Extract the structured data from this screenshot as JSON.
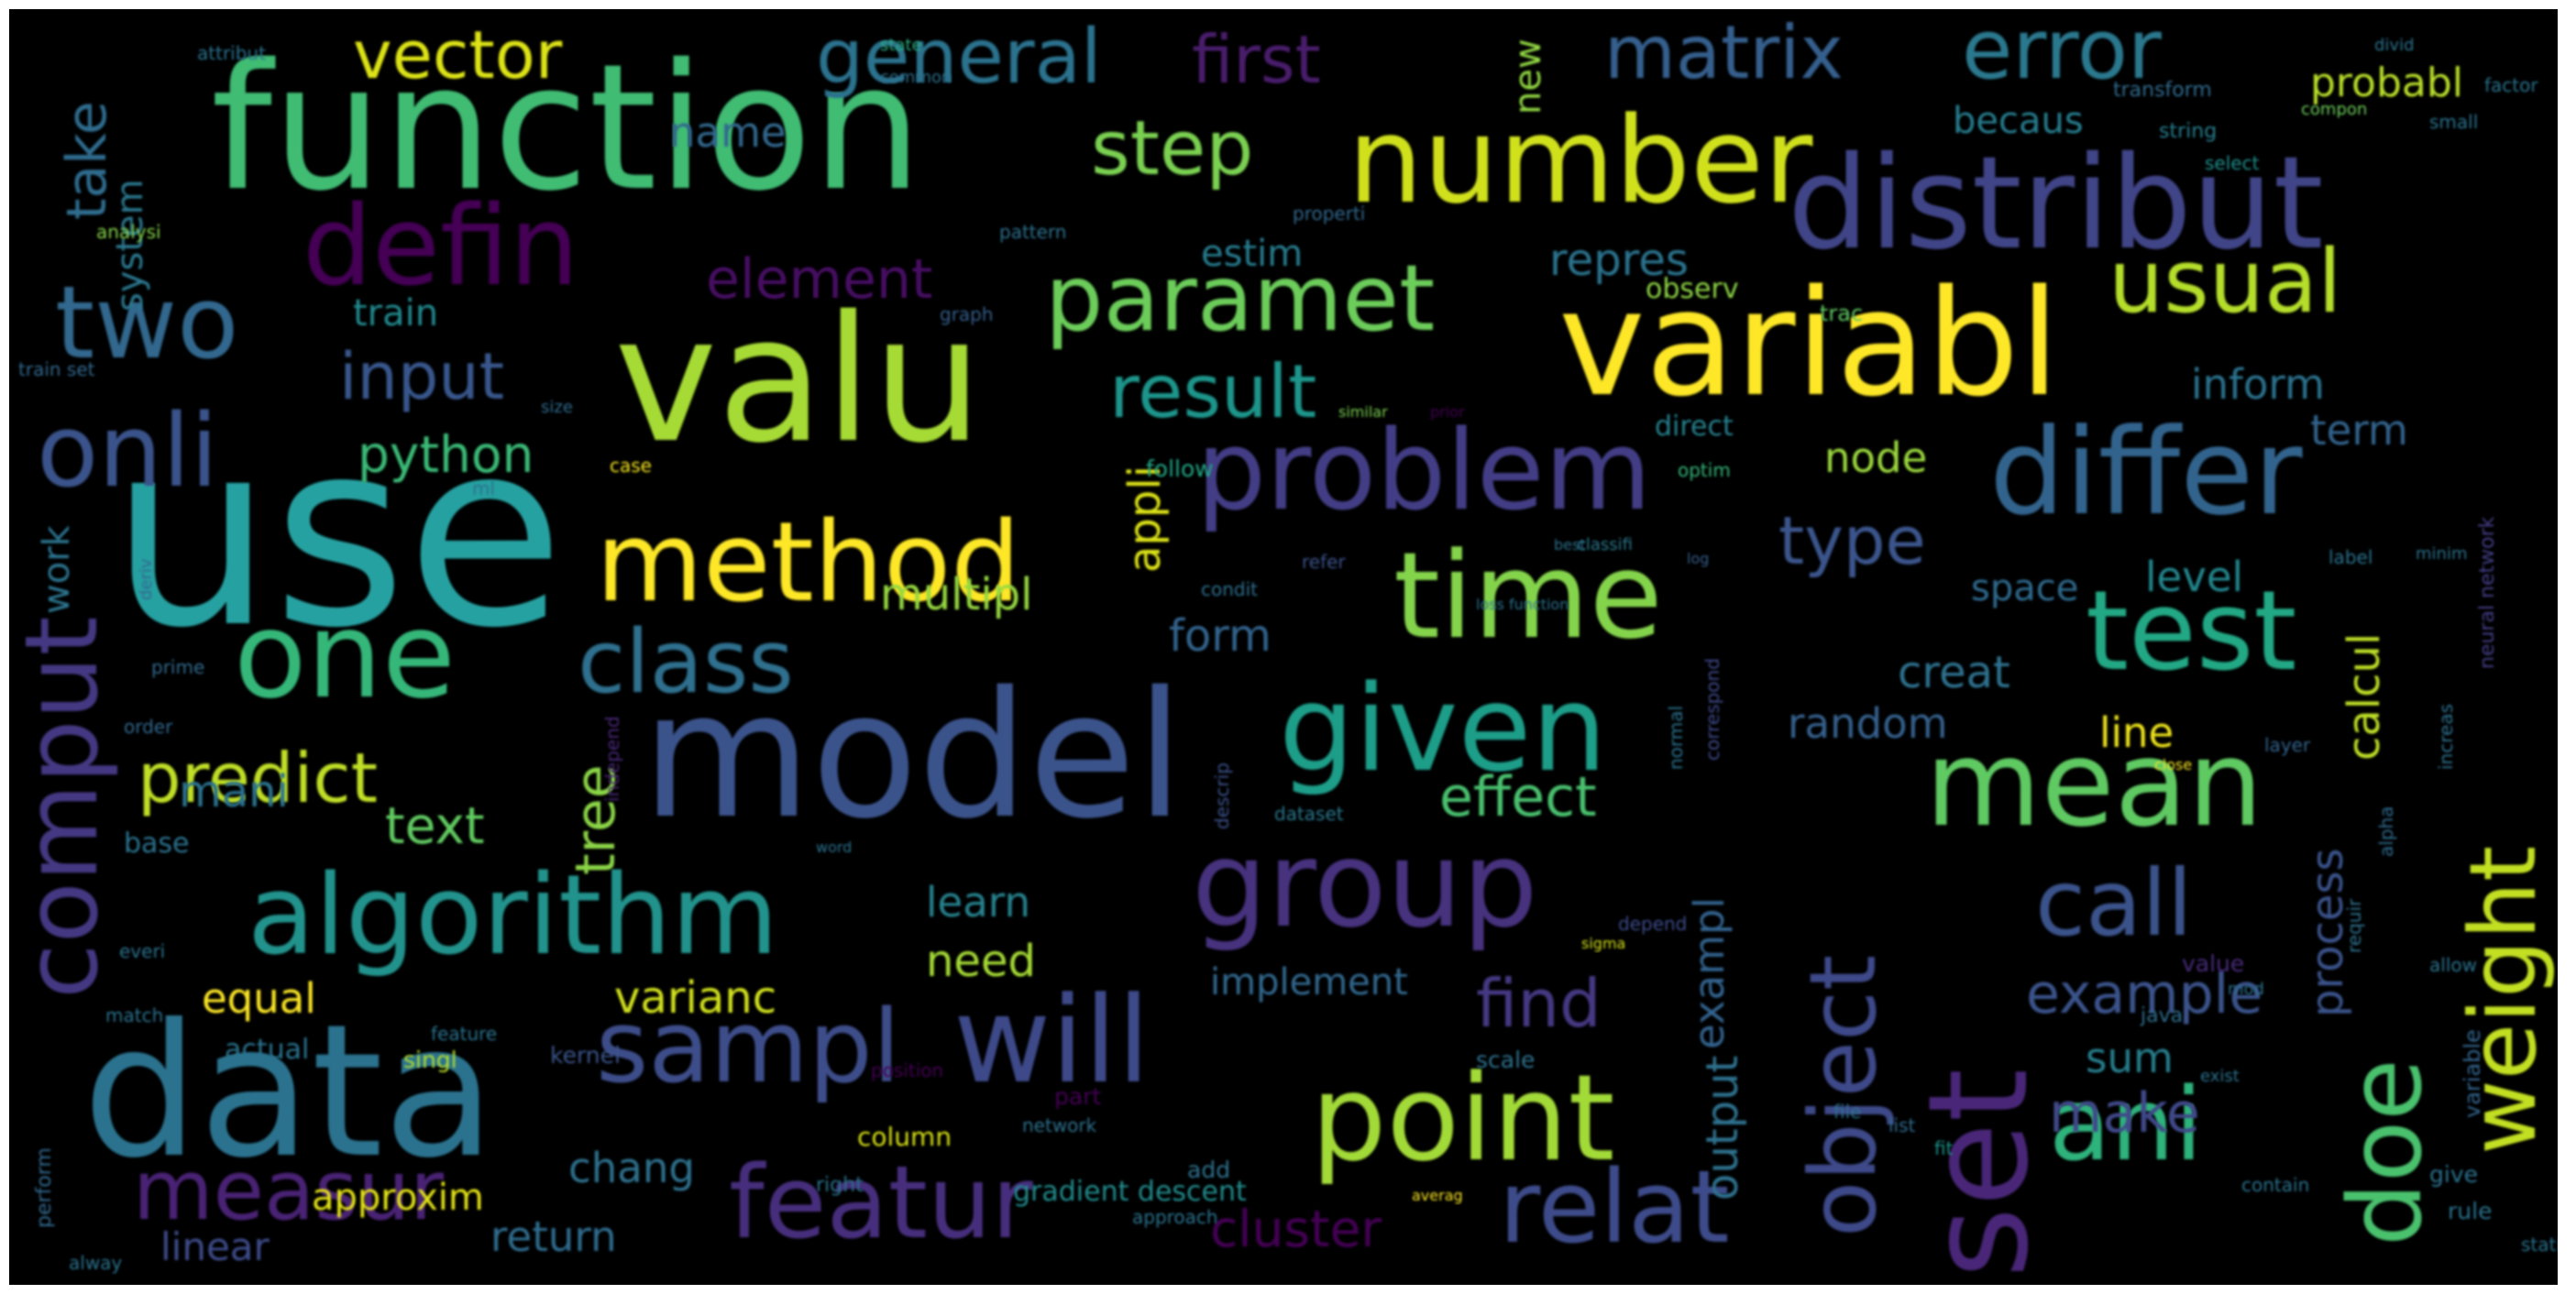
{
  "words": [
    {
      "text": "function",
      "color": "#3fbc73"
    },
    {
      "text": "use",
      "color": "#26a1a1"
    },
    {
      "text": "model",
      "color": "#3b528b"
    },
    {
      "text": "data",
      "color": "#2c728e"
    },
    {
      "text": "valu",
      "color": "#a6db35"
    },
    {
      "text": "variabl",
      "color": "#fde725"
    },
    {
      "text": "number",
      "color": "#d0e11c"
    },
    {
      "text": "distribut",
      "color": "#414487"
    },
    {
      "text": "error",
      "color": "#2a788e"
    },
    {
      "text": "matrix",
      "color": "#355f8d"
    },
    {
      "text": "general",
      "color": "#2c728e"
    },
    {
      "text": "vector",
      "color": "#dde318"
    },
    {
      "text": "first",
      "color": "#481a6c"
    },
    {
      "text": "probabl",
      "color": "#b8de29"
    },
    {
      "text": "step",
      "color": "#7ad151"
    },
    {
      "text": "defin",
      "color": "#440154"
    },
    {
      "text": "two",
      "color": "#31688e"
    },
    {
      "text": "paramet",
      "color": "#6ccd5a"
    },
    {
      "text": "usual",
      "color": "#b5de2b"
    },
    {
      "text": "onli",
      "color": "#3b528b"
    },
    {
      "text": "differ",
      "color": "#33638d"
    },
    {
      "text": "problem",
      "color": "#433e85"
    },
    {
      "text": "method",
      "color": "#fde725"
    },
    {
      "text": "time",
      "color": "#84d44b"
    },
    {
      "text": "one",
      "color": "#35b779"
    },
    {
      "text": "class",
      "color": "#2d708e"
    },
    {
      "text": "test",
      "color": "#22a884"
    },
    {
      "text": "given",
      "color": "#1f9e89"
    },
    {
      "text": "mean",
      "color": "#5ec962"
    },
    {
      "text": "object",
      "color": "#3e4a89"
    },
    {
      "text": "algorithm",
      "color": "#20938c"
    },
    {
      "text": "group",
      "color": "#46307e"
    },
    {
      "text": "call",
      "color": "#3b528b"
    },
    {
      "text": "weight",
      "color": "#c2df23"
    },
    {
      "text": "doe",
      "color": "#4ac16d"
    },
    {
      "text": "set",
      "color": "#482878"
    },
    {
      "text": "sampl",
      "color": "#3d4e8a"
    },
    {
      "text": "will",
      "color": "#3e4989"
    },
    {
      "text": "point",
      "color": "#a2da37"
    },
    {
      "text": "ani",
      "color": "#2eb37c"
    },
    {
      "text": "featur",
      "color": "#472f7d"
    },
    {
      "text": "relat",
      "color": "#3e4c8a"
    },
    {
      "text": "measur",
      "color": "#482475"
    },
    {
      "text": "predict",
      "color": "#c0df25"
    },
    {
      "text": "comput",
      "color": "#453882"
    },
    {
      "text": "element",
      "color": "#471063"
    },
    {
      "text": "result",
      "color": "#1f958b"
    },
    {
      "text": "input",
      "color": "#39568c"
    },
    {
      "text": "python",
      "color": "#3aba76"
    },
    {
      "text": "take",
      "color": "#2f6c8e"
    },
    {
      "text": "system",
      "color": "#2a778e"
    },
    {
      "text": "name",
      "color": "#31688e"
    },
    {
      "text": "new",
      "color": "#90d743"
    },
    {
      "text": "becaus",
      "color": "#287d8e"
    },
    {
      "text": "estim",
      "color": "#287c8e"
    },
    {
      "text": "repres",
      "color": "#2c738e"
    },
    {
      "text": "train",
      "color": "#23898e"
    },
    {
      "text": "observ",
      "color": "#8ed645"
    },
    {
      "text": "inform",
      "color": "#2c728e"
    },
    {
      "text": "term",
      "color": "#33638d"
    },
    {
      "text": "node",
      "color": "#9bd93c"
    },
    {
      "text": "appli",
      "color": "#dde318"
    },
    {
      "text": "type",
      "color": "#3a548c"
    },
    {
      "text": "level",
      "color": "#24878e"
    },
    {
      "text": "space",
      "color": "#2f6b8e"
    },
    {
      "text": "multipl",
      "color": "#95d840"
    },
    {
      "text": "form",
      "color": "#33638d"
    },
    {
      "text": "creat",
      "color": "#2d718e"
    },
    {
      "text": "random",
      "color": "#35608d"
    },
    {
      "text": "line",
      "color": "#efe51c"
    },
    {
      "text": "calcul",
      "color": "#bddf26"
    },
    {
      "text": "process",
      "color": "#3b528b"
    },
    {
      "text": "effect",
      "color": "#48c16e"
    },
    {
      "text": "tree",
      "color": "#8bd646"
    },
    {
      "text": "text",
      "color": "#60ca60"
    },
    {
      "text": "mani",
      "color": "#2c728e"
    },
    {
      "text": "work",
      "color": "#2c738e"
    },
    {
      "text": "learn",
      "color": "#26828e"
    },
    {
      "text": "need",
      "color": "#a5db36"
    },
    {
      "text": "equal",
      "color": "#fde725"
    },
    {
      "text": "varianc",
      "color": "#d2e21b"
    },
    {
      "text": "find",
      "color": "#453882"
    },
    {
      "text": "exampl",
      "color": "#33628d"
    },
    {
      "text": "example",
      "color": "#3a538b"
    },
    {
      "text": "implement",
      "color": "#31688e"
    },
    {
      "text": "sum",
      "color": "#277f8e"
    },
    {
      "text": "make",
      "color": "#3f4889"
    },
    {
      "text": "output",
      "color": "#2d718e"
    },
    {
      "text": "chang",
      "color": "#2d718e"
    },
    {
      "text": "return",
      "color": "#2f6c8e"
    },
    {
      "text": "cluster",
      "color": "#440154"
    },
    {
      "text": "linear",
      "color": "#3e4c8a"
    },
    {
      "text": "approxim",
      "color": "#e5e419"
    },
    {
      "text": "base",
      "color": "#2c728e"
    },
    {
      "text": "attribut",
      "color": "#2c728e"
    },
    {
      "text": "state",
      "color": "#29af7f"
    },
    {
      "text": "transform",
      "color": "#306a8e"
    },
    {
      "text": "string",
      "color": "#277e8e"
    },
    {
      "text": "select",
      "color": "#218e8d"
    },
    {
      "text": "small",
      "color": "#2c728e"
    },
    {
      "text": "analysi",
      "color": "#86d549"
    },
    {
      "text": "pattern",
      "color": "#2d718e"
    },
    {
      "text": "properti",
      "color": "#31688e"
    },
    {
      "text": "graph",
      "color": "#355f8d"
    },
    {
      "text": "trac",
      "color": "#5ec962"
    },
    {
      "text": "train set",
      "color": "#31688e"
    },
    {
      "text": "size",
      "color": "#2f6b8e"
    },
    {
      "text": "similar",
      "color": "#7ad151"
    },
    {
      "text": "prior",
      "color": "#440154"
    },
    {
      "text": "direct",
      "color": "#26818e"
    },
    {
      "text": "ml",
      "color": "#2c728e"
    },
    {
      "text": "follow",
      "color": "#22a785"
    },
    {
      "text": "case",
      "color": "#f8e621"
    },
    {
      "text": "optim",
      "color": "#35b779"
    },
    {
      "text": "refer",
      "color": "#3b528b"
    },
    {
      "text": "condit",
      "color": "#2e6f8e"
    },
    {
      "text": "label",
      "color": "#2c728e"
    },
    {
      "text": "classifi",
      "color": "#2a788e"
    },
    {
      "text": "log",
      "color": "#355f8d"
    },
    {
      "text": "neural network",
      "color": "#433e85"
    },
    {
      "text": "prime",
      "color": "#306a8e"
    },
    {
      "text": "order",
      "color": "#31688e"
    },
    {
      "text": "independ",
      "color": "#482878"
    },
    {
      "text": "correspond",
      "color": "#3e4989"
    },
    {
      "text": "normal",
      "color": "#2c728e"
    },
    {
      "text": "dataset",
      "color": "#2a788e"
    },
    {
      "text": "depend",
      "color": "#3e4c8a"
    },
    {
      "text": "descrip",
      "color": "#3b528b"
    },
    {
      "text": "minim",
      "color": "#2c728e"
    },
    {
      "text": "increas",
      "color": "#2d718e"
    },
    {
      "text": "alpha",
      "color": "#2f6c8e"
    },
    {
      "text": "requir",
      "color": "#2d718e"
    },
    {
      "text": "variable",
      "color": "#33638d"
    },
    {
      "text": "give",
      "color": "#2c728e"
    },
    {
      "text": "rule",
      "color": "#2c728e"
    },
    {
      "text": "column",
      "color": "#d8e219"
    },
    {
      "text": "gradient descent",
      "color": "#228c8d"
    },
    {
      "text": "list",
      "color": "#306a8e"
    },
    {
      "text": "fit",
      "color": "#1f958b"
    },
    {
      "text": "contain",
      "color": "#2c728e"
    },
    {
      "text": "scale",
      "color": "#2d718e"
    },
    {
      "text": "part",
      "color": "#440154"
    },
    {
      "text": "position",
      "color": "#440154"
    },
    {
      "text": "feature",
      "color": "#2c728e"
    },
    {
      "text": "actual",
      "color": "#2c728e"
    },
    {
      "text": "singl",
      "color": "#b5de2b"
    },
    {
      "text": "kernel",
      "color": "#3a548c"
    },
    {
      "text": "java",
      "color": "#2e6f8e"
    },
    {
      "text": "add",
      "color": "#2d718e"
    },
    {
      "text": "right",
      "color": "#2c728e"
    },
    {
      "text": "approach",
      "color": "#2c728e"
    },
    {
      "text": "averag",
      "color": "#fde725"
    },
    {
      "text": "file",
      "color": "#2d718e"
    },
    {
      "text": "perform",
      "color": "#31688e"
    },
    {
      "text": "alway",
      "color": "#2c728e"
    },
    {
      "text": "everi",
      "color": "#2c728e"
    },
    {
      "text": "match",
      "color": "#2c728e"
    },
    {
      "text": "sigma",
      "color": "#d5e21a"
    },
    {
      "text": "value",
      "color": "#472a7a"
    },
    {
      "text": "allow",
      "color": "#2c728e"
    },
    {
      "text": "statist",
      "color": "#2c728e"
    },
    {
      "text": "network",
      "color": "#2d718e"
    },
    {
      "text": "layer",
      "color": "#33638d"
    },
    {
      "text": "factor",
      "color": "#2c728e"
    },
    {
      "text": "common",
      "color": "#2d718e"
    },
    {
      "text": "compon",
      "color": "#6ccd5a"
    },
    {
      "text": "divid",
      "color": "#2c728e"
    },
    {
      "text": "deriv",
      "color": "#31688e"
    },
    {
      "text": "exist",
      "color": "#2c728e"
    },
    {
      "text": "close",
      "color": "#fde725"
    },
    {
      "text": "best",
      "color": "#2c728e"
    },
    {
      "text": "loss function",
      "color": "#2c728e"
    },
    {
      "text": "word",
      "color": "#2c728e"
    },
    {
      "text": "mod",
      "color": "#2c728e"
    }
  ]
}
